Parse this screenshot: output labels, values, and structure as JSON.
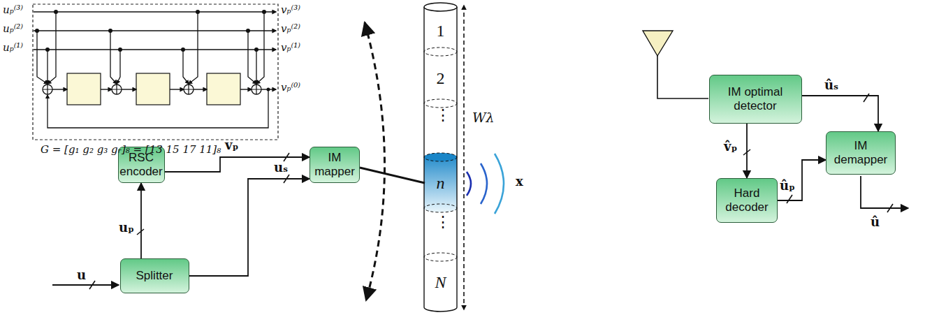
{
  "diagram": {
    "nodes": [
      {
        "text": [
          "RSC encoder"
        ]
      },
      {
        "text": [
          "Splitter"
        ]
      },
      {
        "text": [
          "IM mapper"
        ]
      },
      {
        "text": [
          "1"
        ]
      },
      {
        "text": [
          "2"
        ]
      },
      {
        "text": [
          "n"
        ]
      },
      {
        "text": [
          "N"
        ]
      },
      {
        "text": [
          "IM optimal detector"
        ]
      },
      {
        "text": [
          "Hard decoder"
        ]
      },
      {
        "text": [
          "IM demapper"
        ]
      }
    ],
    "edges": [
      {
        "from": 1,
        "to": 0,
        "label": "uₚ",
        "arrow": "to"
      },
      {
        "from": 0,
        "to": 2,
        "label": "vₚ",
        "arrow": "to"
      },
      {
        "from": 1,
        "to": 2,
        "label": "uₛ",
        "arrow": "to"
      },
      {
        "from": 2,
        "to": 5,
        "arrow": "none"
      },
      {
        "from": 7,
        "to": 9,
        "label": "ûₛ",
        "arrow": "to"
      },
      {
        "from": 7,
        "to": 8,
        "label": "v̂ₚ",
        "arrow": "to"
      },
      {
        "from": 8,
        "to": 9,
        "label": "ûₚ",
        "arrow": "to"
      }
    ],
    "labels": [
      "uₚ⁽³⁾",
      "uₚ⁽²⁾",
      "uₚ⁽¹⁾",
      "vₚ⁽³⁾",
      "vₚ⁽²⁾",
      "vₚ⁽¹⁾",
      "vₚ⁽⁰⁾",
      "G = [g₁ g₂ g₃ gᵣ]₈ = [13 15 17 11]₈",
      "u",
      "⋮",
      "⋮",
      "Wλ",
      "x",
      "û"
    ]
  }
}
